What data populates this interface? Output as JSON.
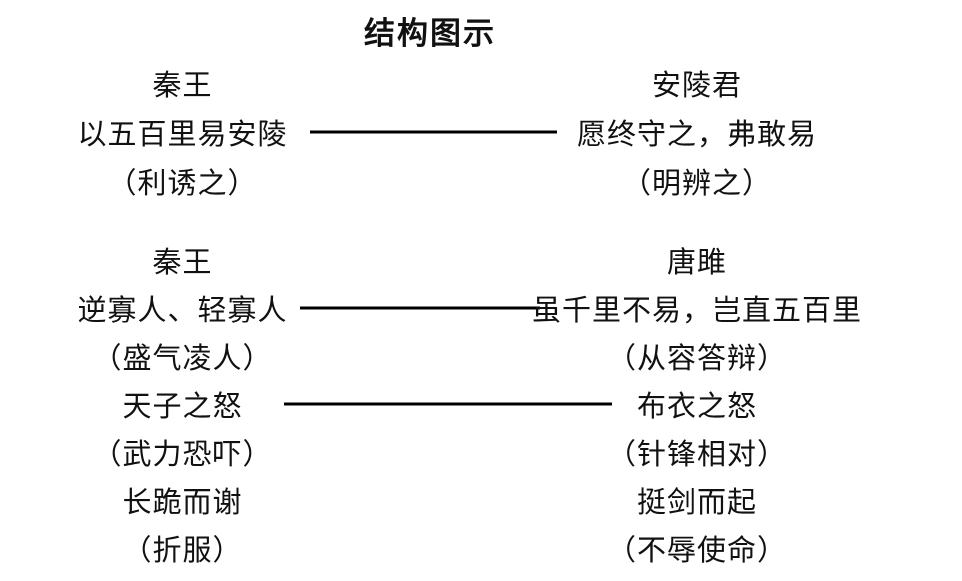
{
  "title": "结构图示",
  "colors": {
    "text": "#111111",
    "line": "#000000",
    "background": "#ffffff"
  },
  "sections": [
    {
      "left_header": "秦王",
      "right_header": "安陵君",
      "rows": [
        {
          "left": "以五百里易安陵",
          "right": "愿终守之，弗敢易",
          "line": true
        },
        {
          "left": "（利诱之）",
          "right": "（明辨之）",
          "line": false
        }
      ]
    },
    {
      "left_header": "秦王",
      "right_header": "唐雎",
      "rows": [
        {
          "left": "逆寡人、轻寡人",
          "right": "虽千里不易，岂直五百里",
          "line": true
        },
        {
          "left": "（盛气凌人）",
          "right": "（从容答辩）",
          "line": false
        },
        {
          "left": "天子之怒",
          "right": "布衣之怒",
          "line": true
        },
        {
          "left": "（武力恐吓）",
          "right": "（针锋相对）",
          "line": false
        },
        {
          "left": "长跪而谢",
          "right": "挺剑而起",
          "line": false
        },
        {
          "left": "（折服）",
          "right": "（不辱使命）",
          "line": false
        }
      ]
    }
  ]
}
